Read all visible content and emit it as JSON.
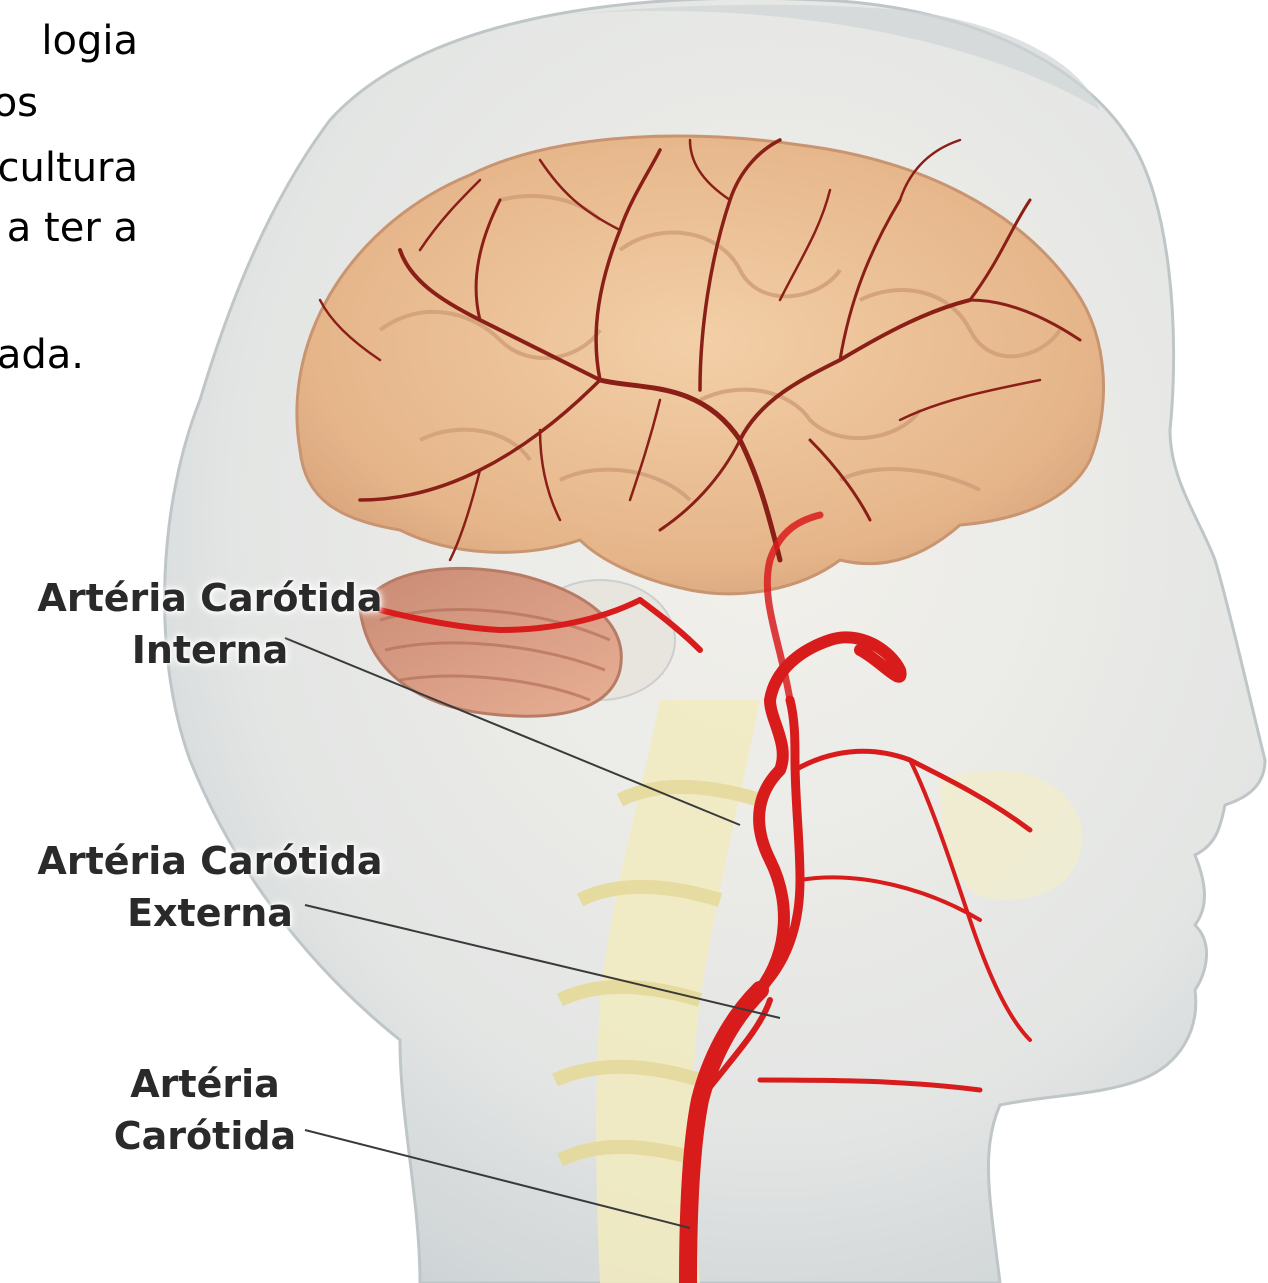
{
  "background_text_fragments": [
    "logia",
    "os",
    "cultura",
    "a ter a",
    "ada."
  ],
  "labels": {
    "internal_carotid": {
      "line1": "Artéria Carótida",
      "line2": "Interna"
    },
    "external_carotid": {
      "line1": "Artéria Carótida",
      "line2": "Externa"
    },
    "common_carotid": {
      "line1": "Artéria",
      "line2": "Carótida"
    }
  },
  "colors": {
    "artery": "#d81c1c",
    "brain": "#e9b98c",
    "brain_vessels": "#8a1f17",
    "head": "#dfe3e4",
    "spine": "#efe9b6",
    "leader_line": "#3a3a3a"
  },
  "icons": [
    "head-illustration",
    "brain-illustration",
    "artery-illustration",
    "spine-illustration"
  ]
}
